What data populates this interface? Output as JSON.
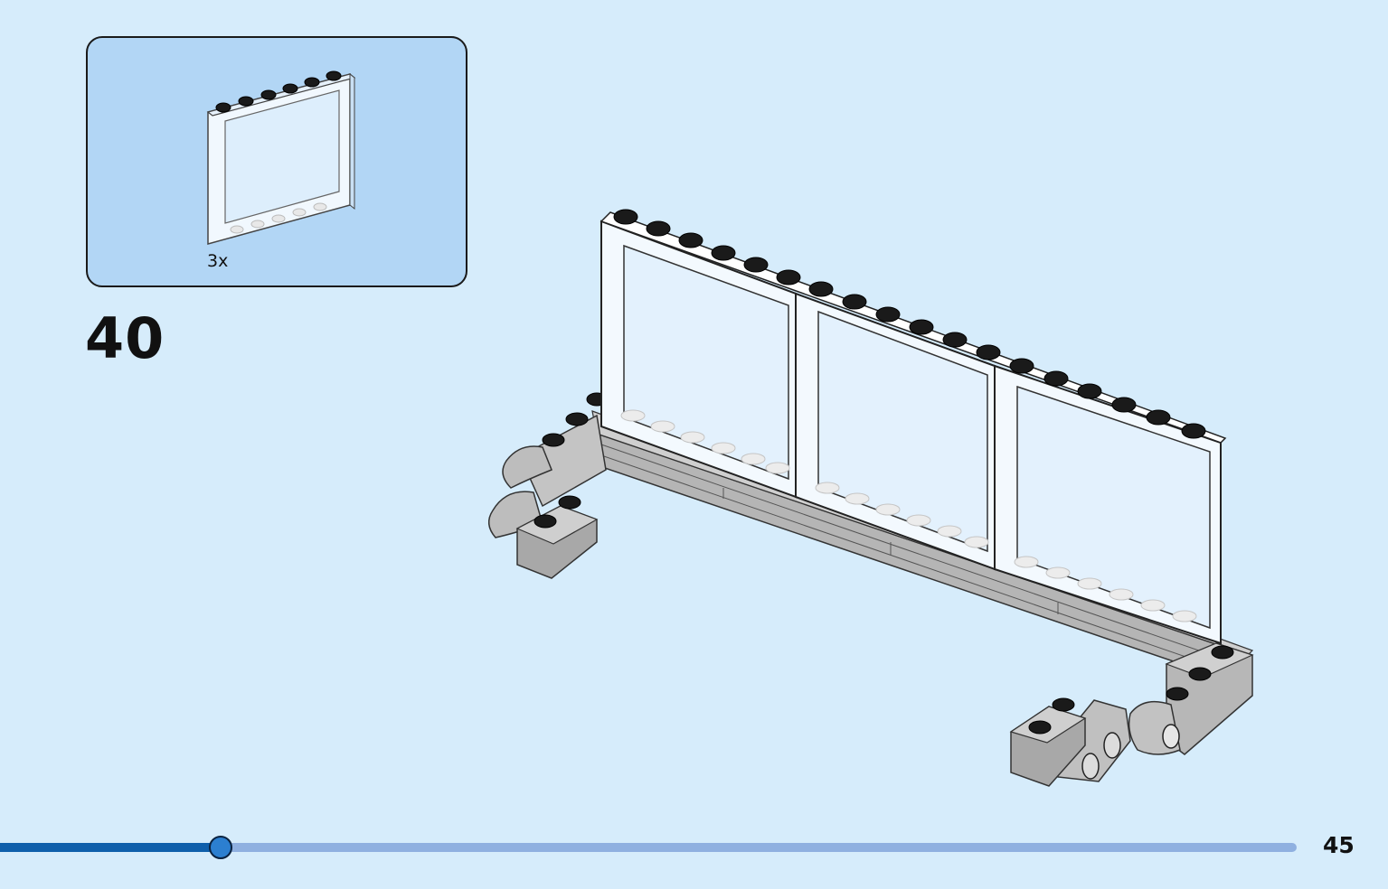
{
  "parts_callout": {
    "quantity_label": "3x",
    "part_icon": "transparent-window-frame-1x6x5"
  },
  "step": {
    "number": "40"
  },
  "progress": {
    "fraction": 0.17
  },
  "page": {
    "number": "45"
  },
  "colors": {
    "background": "#d6ecfb",
    "callout_bg": "#b2d6f5",
    "progress_fill": "#0f5fab",
    "progress_track": "#8fb0e0",
    "brick_gray": "#a3a3a3",
    "stud_black": "#111111"
  }
}
